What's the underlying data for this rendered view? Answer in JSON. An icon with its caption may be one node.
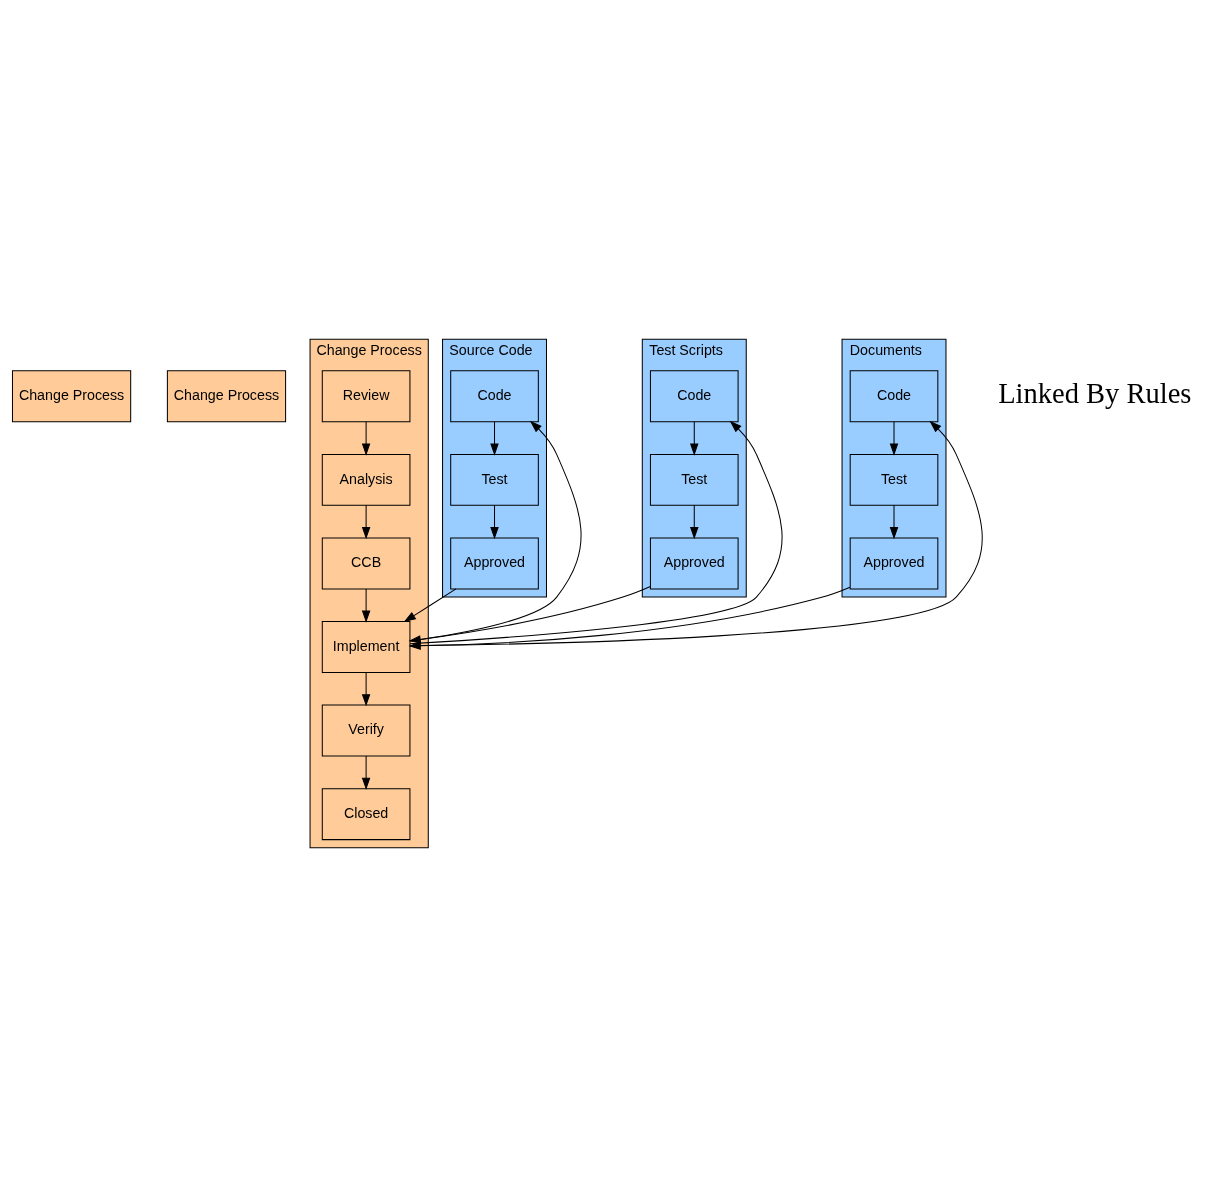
{
  "diagram": {
    "nodes": [
      {
        "text": [
          "Change Process"
        ]
      },
      {
        "text": [
          "Change Process"
        ]
      },
      {
        "text": [
          "Change Process"
        ]
      },
      {
        "text": [
          "Review"
        ],
        "in": 2
      },
      {
        "text": [
          "Analysis"
        ],
        "in": 2
      },
      {
        "text": [
          "CCB"
        ],
        "in": 2
      },
      {
        "text": [
          "Implement"
        ],
        "in": 2
      },
      {
        "text": [
          "Verify"
        ],
        "in": 2
      },
      {
        "text": [
          "Closed"
        ],
        "in": 2
      },
      {
        "text": [
          "Source Code"
        ]
      },
      {
        "text": [
          "Code"
        ],
        "in": 9
      },
      {
        "text": [
          "Test"
        ],
        "in": 9
      },
      {
        "text": [
          "Approved"
        ],
        "in": 9
      },
      {
        "text": [
          "Test Scripts"
        ]
      },
      {
        "text": [
          "Code"
        ],
        "in": 13
      },
      {
        "text": [
          "Test"
        ],
        "in": 13
      },
      {
        "text": [
          "Approved"
        ],
        "in": 13
      },
      {
        "text": [
          "Documents"
        ]
      },
      {
        "text": [
          "Code"
        ],
        "in": 17
      },
      {
        "text": [
          "Test"
        ],
        "in": 17
      },
      {
        "text": [
          "Approved"
        ],
        "in": 17
      }
    ],
    "edges": [
      {
        "from": 3,
        "to": 4,
        "arrow": "to"
      },
      {
        "from": 4,
        "to": 5,
        "arrow": "to"
      },
      {
        "from": 5,
        "to": 6,
        "arrow": "to"
      },
      {
        "from": 6,
        "to": 7,
        "arrow": "to"
      },
      {
        "from": 7,
        "to": 8,
        "arrow": "to"
      },
      {
        "from": 10,
        "to": 11,
        "arrow": "to"
      },
      {
        "from": 11,
        "to": 12,
        "arrow": "to"
      },
      {
        "from": 14,
        "to": 15,
        "arrow": "to"
      },
      {
        "from": 15,
        "to": 16,
        "arrow": "to"
      },
      {
        "from": 18,
        "to": 19,
        "arrow": "to"
      },
      {
        "from": 19,
        "to": 20,
        "arrow": "to"
      },
      {
        "from": 6,
        "to": 10,
        "arrow": "to"
      },
      {
        "from": 12,
        "to": 6,
        "arrow": "to"
      },
      {
        "from": 6,
        "to": 14,
        "arrow": "to"
      },
      {
        "from": 16,
        "to": 6,
        "arrow": "to"
      },
      {
        "from": 6,
        "to": 18,
        "arrow": "to"
      },
      {
        "from": 20,
        "to": 6,
        "arrow": "to"
      }
    ],
    "labels": [
      "Linked By Rules"
    ]
  }
}
